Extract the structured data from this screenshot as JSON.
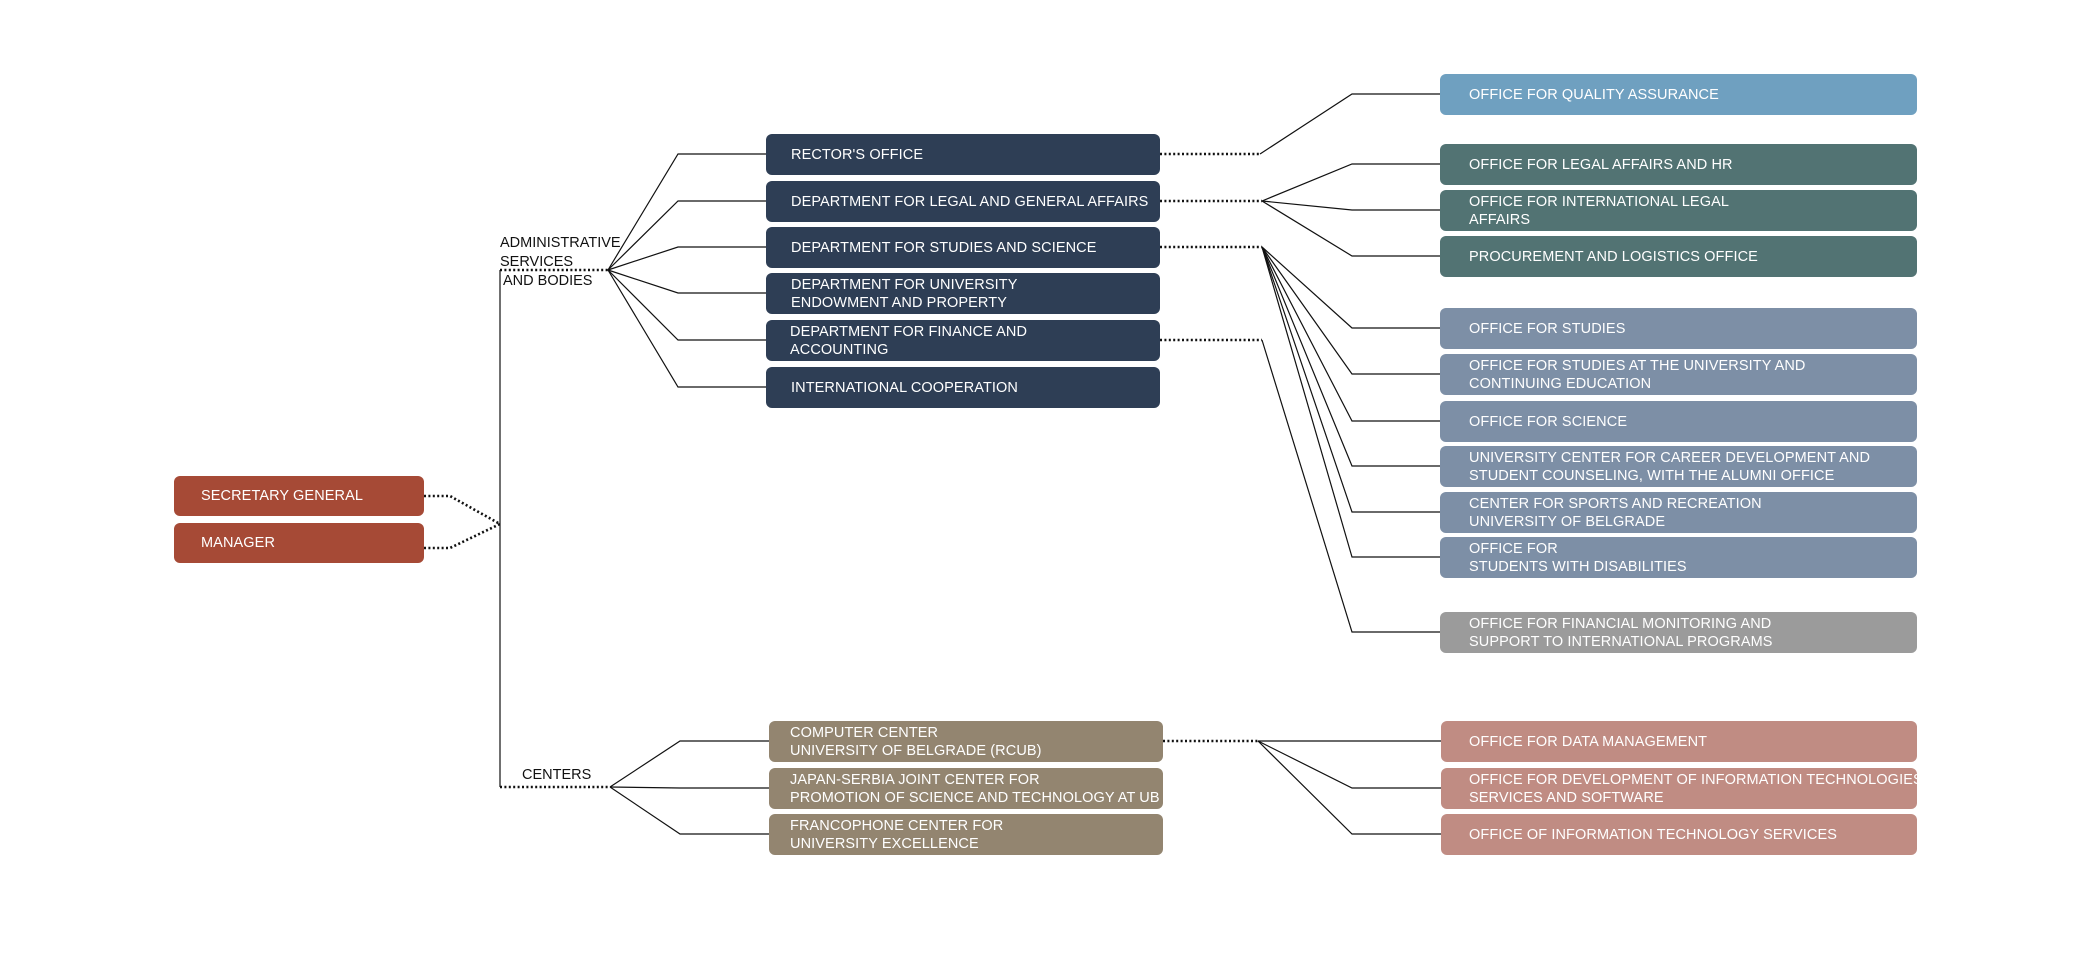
{
  "colors": {
    "top_management": "#a64a36",
    "departments": "#2e3e55",
    "centers": "#938570",
    "quality": "#6fa0c0",
    "legal_offices": "#527373",
    "studies_offices": "#7d8fa6",
    "financial_monitoring": "#9b9b9b",
    "it_offices": "#c08c83",
    "line": "#111111"
  },
  "management": {
    "secretary_general": "SECRETARY GENERAL",
    "manager": "MANAGER"
  },
  "groups": {
    "administrative": [
      "ADMINISTRATIVE",
      "SERVICES",
      "AND BODIES"
    ],
    "centers": "CENTERS"
  },
  "departments": [
    {
      "lines": [
        "RECTOR'S OFFICE"
      ]
    },
    {
      "lines": [
        "DEPARTMENT FOR LEGAL AND GENERAL AFFAIRS"
      ]
    },
    {
      "lines": [
        "DEPARTMENT FOR STUDIES AND SCIENCE"
      ]
    },
    {
      "lines": [
        "DEPARTMENT FOR UNIVERSITY",
        "ENDOWMENT AND PROPERTY"
      ]
    },
    {
      "lines": [
        "DEPARTMENT FOR FINANCE AND",
        "ACCOUNTING"
      ]
    },
    {
      "lines": [
        "INTERNATIONAL COOPERATION"
      ]
    }
  ],
  "centers": [
    {
      "lines": [
        "COMPUTER CENTER",
        "UNIVERSITY OF BELGRADE (RCUB)"
      ]
    },
    {
      "lines": [
        "JAPAN-SERBIA JOINT CENTER FOR",
        "PROMOTION OF SCIENCE AND TECHNOLOGY AT UB"
      ]
    },
    {
      "lines": [
        "FRANCOPHONE CENTER FOR",
        "UNIVERSITY EXCELLENCE"
      ]
    }
  ],
  "offices": [
    {
      "lines": [
        "OFFICE FOR QUALITY ASSURANCE"
      ]
    },
    {
      "lines": [
        "OFFICE FOR LEGAL AFFAIRS AND HR"
      ]
    },
    {
      "lines": [
        "OFFICE FOR INTERNATIONAL LEGAL",
        "AFFAIRS"
      ]
    },
    {
      "lines": [
        "PROCUREMENT AND LOGISTICS OFFICE"
      ]
    },
    {
      "lines": [
        "OFFICE FOR STUDIES"
      ]
    },
    {
      "lines": [
        "OFFICE FOR STUDIES AT THE UNIVERSITY AND",
        "CONTINUING EDUCATION"
      ]
    },
    {
      "lines": [
        "OFFICE FOR SCIENCE"
      ]
    },
    {
      "lines": [
        "UNIVERSITY CENTER FOR CAREER DEVELOPMENT AND",
        "STUDENT COUNSELING, WITH THE ALUMNI OFFICE"
      ]
    },
    {
      "lines": [
        "CENTER FOR SPORTS AND RECREATION",
        "UNIVERSITY OF BELGRADE"
      ]
    },
    {
      "lines": [
        "OFFICE FOR",
        "STUDENTS WITH DISABILITIES"
      ]
    },
    {
      "lines": [
        "OFFICE FOR FINANCIAL MONITORING AND",
        "SUPPORT TO INTERNATIONAL PROGRAMS"
      ]
    },
    {
      "lines": [
        "OFFICE FOR DATA MANAGEMENT"
      ]
    },
    {
      "lines": [
        "OFFICE FOR DEVELOPMENT OF INFORMATION TECHNOLOGIES",
        "SERVICES AND SOFTWARE"
      ]
    },
    {
      "lines": [
        "OFFICE  OF INFORMATION TECHNOLOGY SERVICES"
      ]
    }
  ]
}
